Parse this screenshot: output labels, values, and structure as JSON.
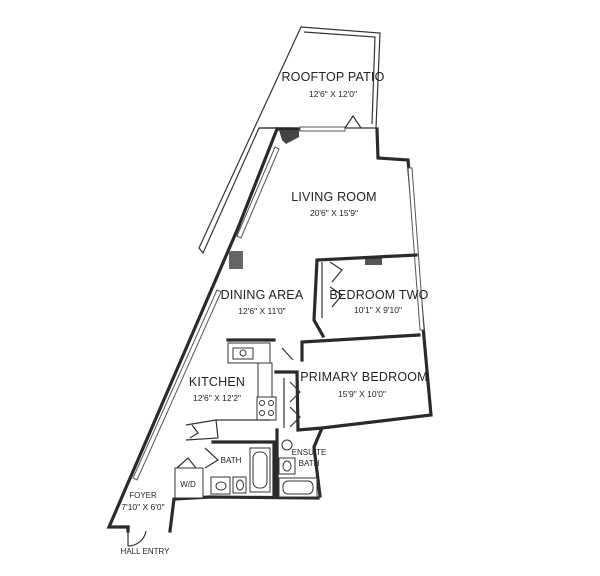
{
  "rooms": {
    "patio": {
      "name": "ROOFTOP PATIO",
      "dims": "12'6\" X 12'0\""
    },
    "living": {
      "name": "LIVING ROOM",
      "dims": "20'6\" X 15'9\""
    },
    "dining": {
      "name": "DINING AREA",
      "dims": "12'6\" X 11'0\""
    },
    "bedroom_two": {
      "name": "BEDROOM TWO",
      "dims": "10'1\" X 9'10\""
    },
    "primary": {
      "name": "PRIMARY BEDROOM",
      "dims": "15'9\" X 10'0\""
    },
    "kitchen": {
      "name": "KITCHEN",
      "dims": "12'6\" X 12'2\""
    },
    "bath": {
      "name": "BATH"
    },
    "ensuite_1": "ENSUITE",
    "ensuite_2": "BATH",
    "laundry": "W/D",
    "foyer": {
      "name": "FOYER",
      "dims": "7'10\" X 6'0\""
    },
    "entry": "HALL ENTRY"
  }
}
